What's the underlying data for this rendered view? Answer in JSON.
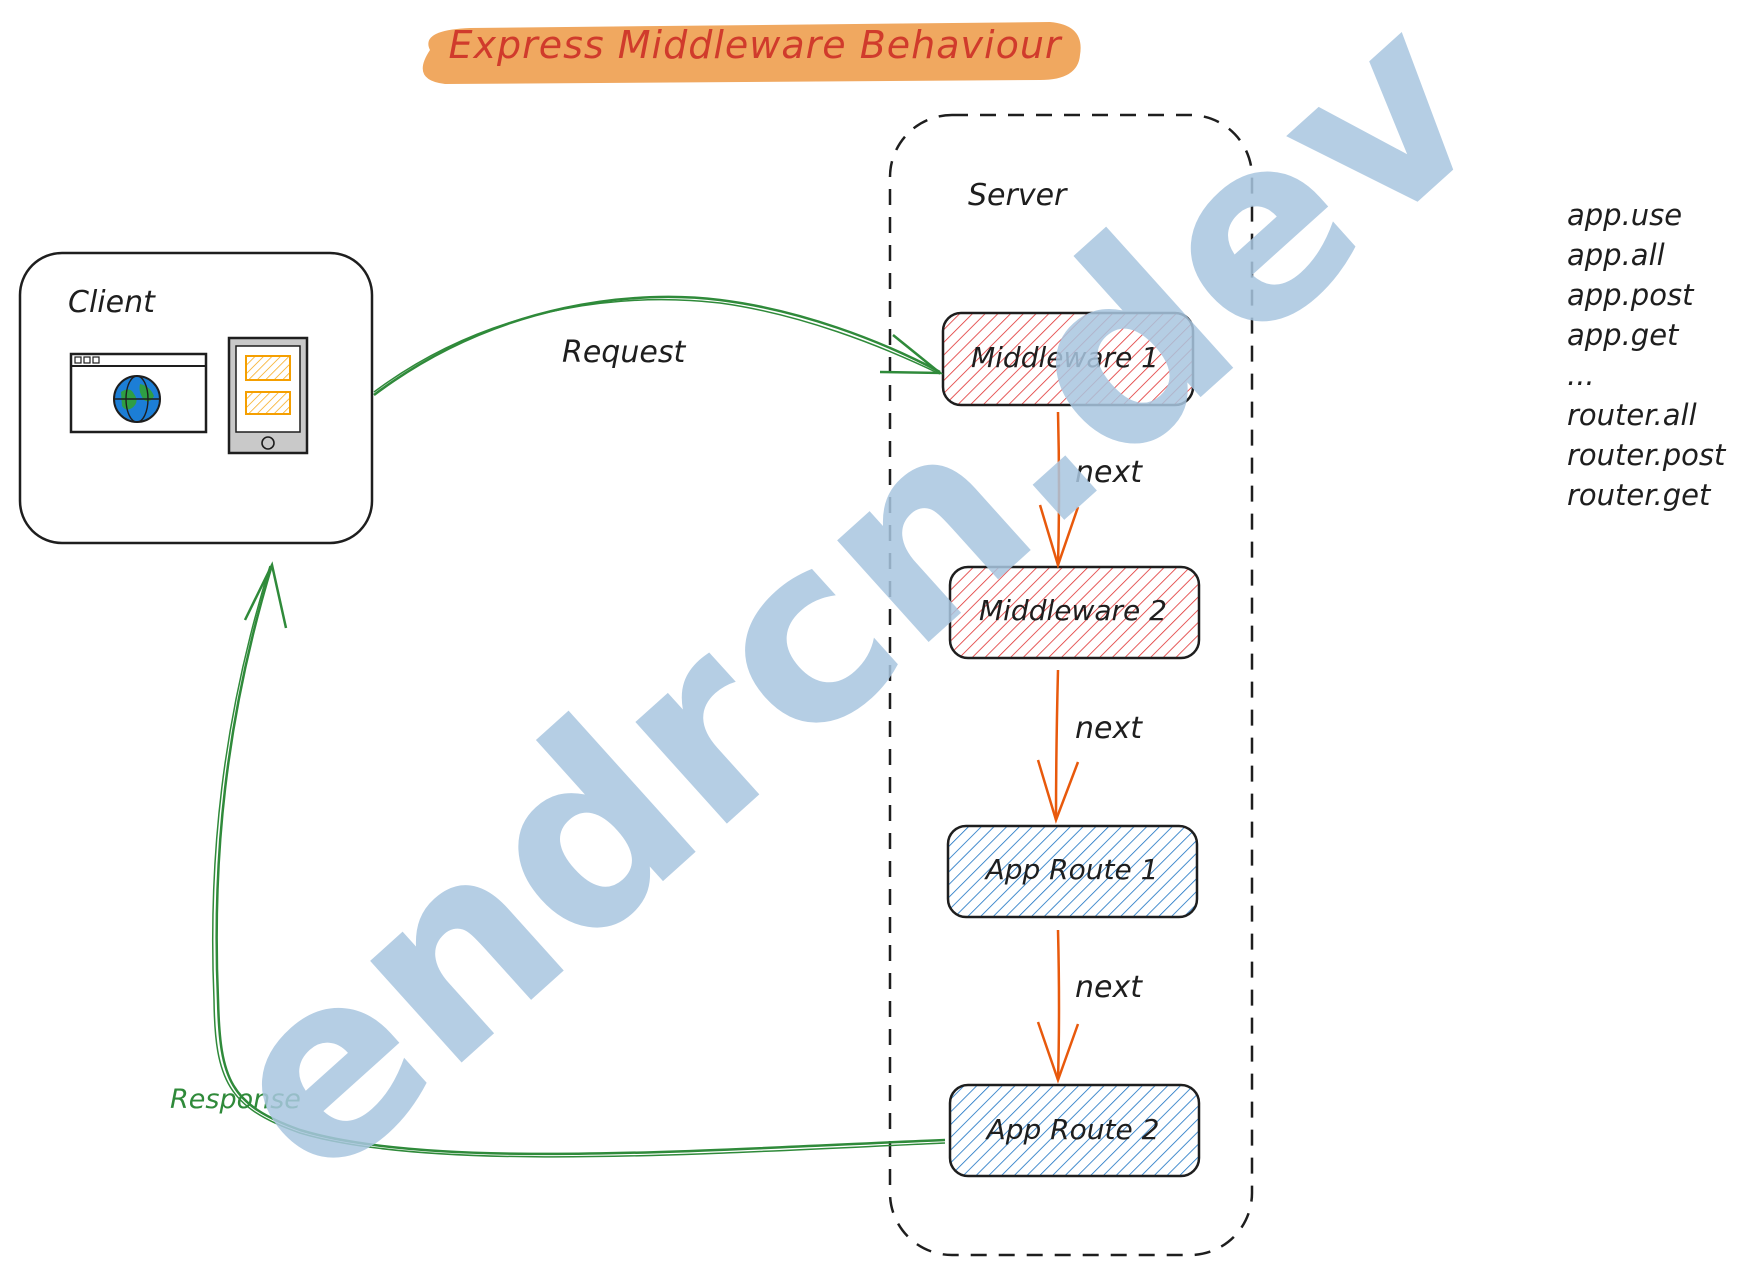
{
  "title": "Express Middleware Behaviour",
  "client": {
    "label": "Client",
    "icons": [
      "browser-window-icon",
      "globe-icon",
      "tablet-icon"
    ]
  },
  "server": {
    "label": "Server",
    "steps": [
      {
        "label": "Middleware 1",
        "kind": "middleware",
        "color": "#e03131"
      },
      {
        "label": "Middleware 2",
        "kind": "middleware",
        "color": "#e03131"
      },
      {
        "label": "App Route 1",
        "kind": "route",
        "color": "#1971c2"
      },
      {
        "label": "App Route 2",
        "kind": "route",
        "color": "#1971c2"
      }
    ],
    "next_labels": [
      "next",
      "next",
      "next"
    ]
  },
  "edges": {
    "request_label": "Request",
    "response_label": "Response"
  },
  "api_methods": [
    "app.use",
    "app.all",
    "app.post",
    "app.get",
    "...",
    "router.all",
    "router.post",
    "router.get"
  ],
  "watermark": "endrcn.dev",
  "colors": {
    "title_highlight": "#f0a860",
    "title_text": "#d03b2c",
    "request_response": "#2f8a3a",
    "next_arrow": "#e8590c",
    "middleware_fill": "#ffc9c9",
    "route_fill": "#a5d8ff",
    "watermark": "#a9c6e0"
  }
}
